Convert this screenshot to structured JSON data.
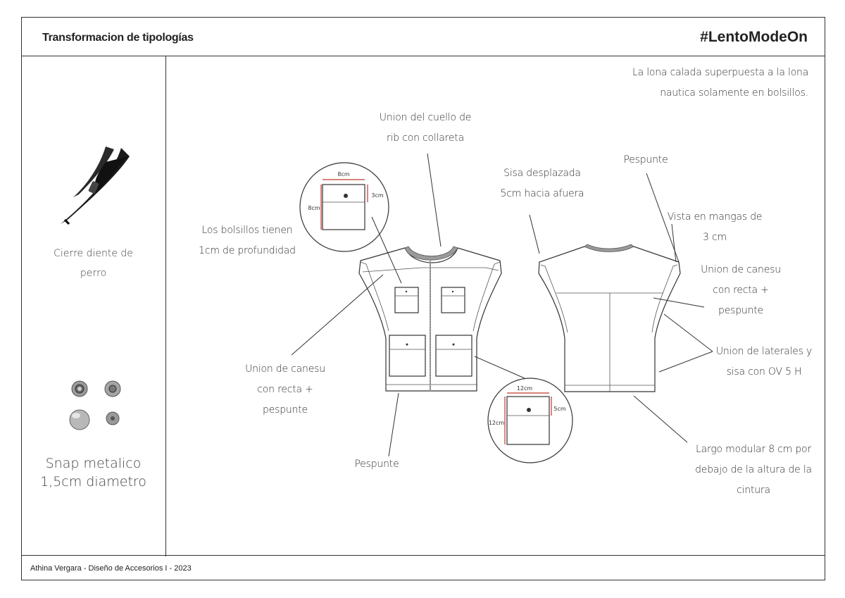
{
  "header": {
    "title": "Transformacion de tipologías",
    "tag": "#LentoModeOn"
  },
  "footer": {
    "credit": "Athina Vergara - Diseño de Accesorios I - 2023"
  },
  "sidebar": {
    "zipper": {
      "icon": "zipper-icon",
      "label_lines": [
        "Cierre diente de",
        "perro"
      ]
    },
    "snap": {
      "icon": "snap-button-icon",
      "label_lines": [
        "Snap metalico",
        "1,5cm diametro"
      ]
    }
  },
  "annotations": {
    "lona_note": [
      "La lona calada superpuesta a la lona",
      "nautica solamente en bolsillos."
    ],
    "cuello": [
      "Union del cuello de",
      "rib con collareta"
    ],
    "bolsillos": [
      "Los bolsillos tienen",
      "1cm de profundidad"
    ],
    "canesu_front": [
      "Union de canesu",
      "con recta +",
      "pespunte"
    ],
    "pespunte_front": "Pespunte",
    "sisa": [
      "Sisa desplazada",
      "5cm hacia afuera"
    ],
    "pespunte_back": "Pespunte",
    "vista": [
      "Vista en mangas de",
      "3 cm"
    ],
    "canesu_back": [
      "Union de canesu",
      "con recta +",
      "pespunte"
    ],
    "laterales": [
      "Union de laterales y",
      "sisa con OV 5 H"
    ],
    "largo": [
      "Largo modular 8 cm por",
      "debajo de la altura de la",
      "cintura"
    ]
  },
  "pocket_small": {
    "width": "8cm",
    "height": "8cm",
    "flap": "3cm"
  },
  "pocket_large": {
    "width": "12cm",
    "height": "12cm",
    "flap": "5cm"
  },
  "colors": {
    "line": "#333333",
    "measure": "#c0392b",
    "rib": "#8a8a8a"
  }
}
